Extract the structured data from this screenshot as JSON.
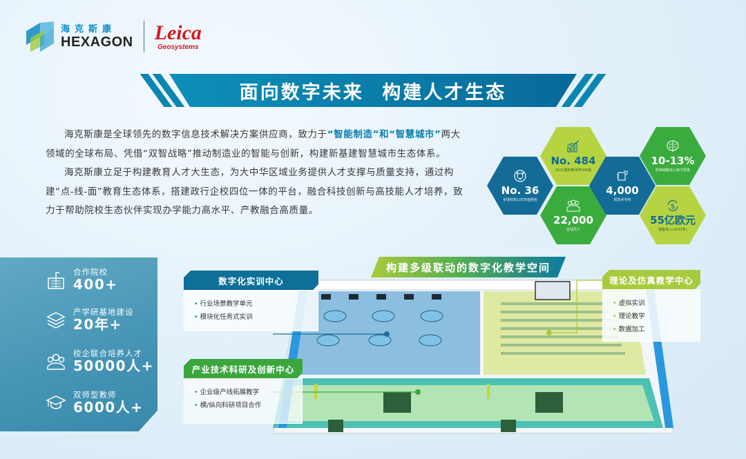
{
  "header": {
    "hexagon_cn": "海克斯康",
    "hexagon_en": "HEXAGON",
    "leica": "Leica",
    "leica_sub": "Geosystems"
  },
  "banner": {
    "title": "面向数字未来  构建人才生态"
  },
  "intro": {
    "p1_pre": "海克斯康是全球领先的数字信息技术解决方案供应商，致力于",
    "p1_hl": "“智能制造”和“智慧城市”",
    "p1_post": "两大领域的全球布局、凭借“双智战略”推动制造业的智能与创新，构建新基建智慧城市生态体系。",
    "p2": "海克斯康立足于构建教育人才大生态，为大中华区域业务提供人才支撑与质量支持，通过构建“点-线-面”教育生态体系，搭建政行企校四位一体的平台，融合科技创新与高技能人才培养，致力于帮助院校生态伙伴实现办学能力高水平、产教融合高质量。"
  },
  "hexagons": [
    {
      "value": "No. 36",
      "caption": "全球科技公司市值排名",
      "icon": "globe-network-icon",
      "color": "#136c97"
    },
    {
      "value": "No. 484",
      "caption": "2021福布斯世界500强",
      "icon": "bar-chart-growth-icon",
      "color": "#b6d441"
    },
    {
      "value": "22,000",
      "caption": "全球员工",
      "icon": "people-group-icon",
      "color": "#3aac3e"
    },
    {
      "value": "4,000",
      "caption": "项技术专利",
      "icon": "patent-chip-icon",
      "color": "#136c97"
    },
    {
      "value": "10-13%",
      "caption": "的净销售收入用于研发",
      "icon": "brain-icon",
      "color": "#3aac3e"
    },
    {
      "value": "55亿欧元",
      "caption": "销售收入(2023年)",
      "icon": "currency-exchange-icon",
      "color": "#b6d441"
    }
  ],
  "stats": [
    {
      "label": "合作院校",
      "value": "400+",
      "icon": "school-building-icon"
    },
    {
      "label": "产学研基地建设",
      "value": "20年+",
      "icon": "layers-icon"
    },
    {
      "label": "校企联合培养人才",
      "value": "50000人+",
      "icon": "people-group-icon"
    },
    {
      "label": "双师型教师",
      "value": "6000人+",
      "icon": "graduation-cap-icon"
    }
  ],
  "space": {
    "title": "构建多级联动的数字化教学空间"
  },
  "centers": [
    {
      "title": "数字化实训中心",
      "items": [
        "行业场景教学单元",
        "模块化任务式实训"
      ]
    },
    {
      "title": "产业技术科研及创新中心",
      "items": [
        "企业级产线拓展教学",
        "横/纵向科研项目合作"
      ]
    },
    {
      "title": "理论及仿真教学中心",
      "items": [
        "虚拟实训",
        "理论教学",
        "数据加工"
      ]
    }
  ],
  "colors": {
    "brand_blue": "#0e6f98",
    "brand_green": "#3aac3e",
    "brand_lime": "#b6d441",
    "leica_red": "#d7171f"
  }
}
